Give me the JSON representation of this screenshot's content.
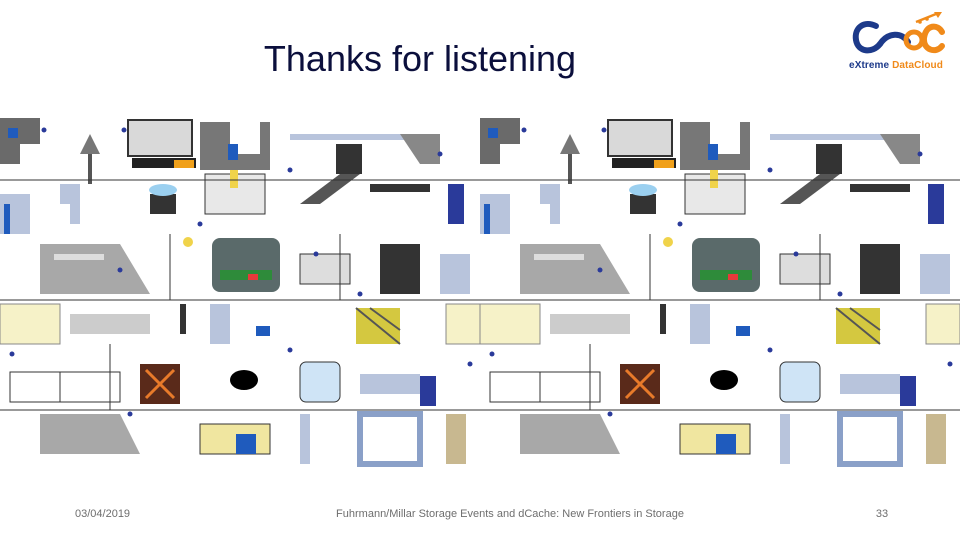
{
  "slide": {
    "title": "Thanks for listening"
  },
  "logo": {
    "prefix_letter": "e",
    "name_part1": "Xtreme ",
    "name_part2": "DataCloud",
    "brand_blue": "#1d3a8a",
    "brand_orange": "#f08a1a"
  },
  "illustration": {
    "icon": "factory-machinery-pattern-icon",
    "colors": {
      "pipe": "#b8c4dc",
      "dark": "#444444",
      "accent_blue": "#2a3a9a",
      "accent_green": "#2e8b3a",
      "accent_yellow": "#f0d34a"
    }
  },
  "footer": {
    "date": "03/04/2019",
    "center_text": "Fuhrmann/Millar Storage Events and dCache: New Frontiers in Storage",
    "page_number": "33"
  }
}
